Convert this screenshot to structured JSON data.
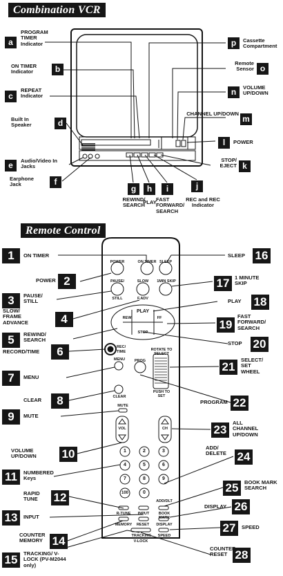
{
  "sections": {
    "vcr_title": "Combination VCR",
    "remote_title": "Remote Control"
  },
  "vcr_labels": {
    "a": {
      "letter": "a",
      "text": "PROGRAM TIMER Indicator"
    },
    "b": {
      "letter": "b",
      "text": "ON TIMER Indicator"
    },
    "c": {
      "letter": "c",
      "text": "REPEAT Indicator"
    },
    "d": {
      "letter": "d",
      "text": "Built In Speaker"
    },
    "e": {
      "letter": "e",
      "text": "Audio/Video In Jacks"
    },
    "f": {
      "letter": "f",
      "text": "Earphone Jack"
    },
    "g": {
      "letter": "g",
      "text": "REWIND/ SEARCH"
    },
    "h": {
      "letter": "h",
      "text": "PLAY"
    },
    "i": {
      "letter": "i",
      "text": "FAST FORWARD/ SEARCH"
    },
    "j": {
      "letter": "j",
      "text": "REC and REC Indicator"
    },
    "k": {
      "letter": "k",
      "text": "STOP/ EJECT"
    },
    "l": {
      "letter": "l",
      "text": "POWER"
    },
    "m": {
      "letter": "m",
      "text": "CHANNEL UP/DOWN"
    },
    "n": {
      "letter": "n",
      "text": "VOLUME UP/DOWN"
    },
    "o": {
      "letter": "o",
      "text": "Remote Sensor"
    },
    "p": {
      "letter": "p",
      "text": "Cassette Compartment"
    }
  },
  "remote_labels": {
    "n1": {
      "num": "1",
      "text": "ON TIMER"
    },
    "n2": {
      "num": "2",
      "text": "POWER"
    },
    "n3": {
      "num": "3",
      "text": "PAUSE/ STILL"
    },
    "n4": {
      "num": "4",
      "text": "SLOW/ FRAME ADVANCE"
    },
    "n5": {
      "num": "5",
      "text": "REWIND/ SEARCH"
    },
    "n6": {
      "num": "6",
      "text": "RECORD/TIME"
    },
    "n7": {
      "num": "7",
      "text": "MENU"
    },
    "n8": {
      "num": "8",
      "text": "CLEAR"
    },
    "n9": {
      "num": "9",
      "text": "MUTE"
    },
    "n10": {
      "num": "10",
      "text": "VOLUME UP/DOWN"
    },
    "n11": {
      "num": "11",
      "text": "NUMBERED Keys"
    },
    "n12": {
      "num": "12",
      "text": "RAPID TUNE"
    },
    "n13": {
      "num": "13",
      "text": "INPUT"
    },
    "n14": {
      "num": "14",
      "text": "COUNTER MEMORY"
    },
    "n15": {
      "num": "15",
      "text": "TRACKING/ V-LOCK (PV-M2044 only)"
    },
    "n16": {
      "num": "16",
      "text": "SLEEP"
    },
    "n17": {
      "num": "17",
      "text": "1 MINUTE SKIP"
    },
    "n18": {
      "num": "18",
      "text": "PLAY"
    },
    "n19": {
      "num": "19",
      "text": "FAST FORWARD/ SEARCH"
    },
    "n20": {
      "num": "20",
      "text": "STOP"
    },
    "n21": {
      "num": "21",
      "text": "SELECT/ SET WHEEL"
    },
    "n22": {
      "num": "22",
      "text": "PROGRAM"
    },
    "n23": {
      "num": "23",
      "text": "ALL CHANNEL UP/DOWN"
    },
    "n24": {
      "num": "24",
      "text": "ADD/ DELETE"
    },
    "n25": {
      "num": "25",
      "text": "BOOK MARK SEARCH"
    },
    "n26": {
      "num": "26",
      "text": "DISPLAY"
    },
    "n27": {
      "num": "27",
      "text": "SPEED"
    },
    "n28": {
      "num": "28",
      "text": "COUNTER RESET"
    }
  },
  "remote_buttons": {
    "power": "POWER",
    "on_timer": "ON TIMER",
    "sleep": "SLEEP",
    "pause": "PAUSE/",
    "still": "STILL",
    "slow": "SLOW",
    "fadv": "F.ADV",
    "skip": "1MIN SKIP",
    "play": "PLAY",
    "rew": "REW",
    "ff": "FF",
    "stop": "STOP",
    "rec": "REC/",
    "time": "TIME",
    "menu": "MENU",
    "clear": "CLEAR",
    "prog": "PROG",
    "rotate": "ROTATE TO SELECT",
    "push": "PUSH TO SET",
    "mute": "MUTE",
    "vol": "VOL",
    "ch": "CH",
    "keys": [
      "1",
      "2",
      "3",
      "4",
      "5",
      "6",
      "7",
      "8",
      "9",
      "100",
      "0"
    ],
    "add_dlt": "ADD/DLT",
    "r_tune": "R-TUNE",
    "input": "INPUT",
    "book_mark": "BOOK MARK",
    "memory": "MEMORY",
    "display": "DISPLAY",
    "reset": "RESET",
    "speed": "SPEED",
    "tracking": "TRACKING",
    "v_lock": "V-LOCK"
  }
}
